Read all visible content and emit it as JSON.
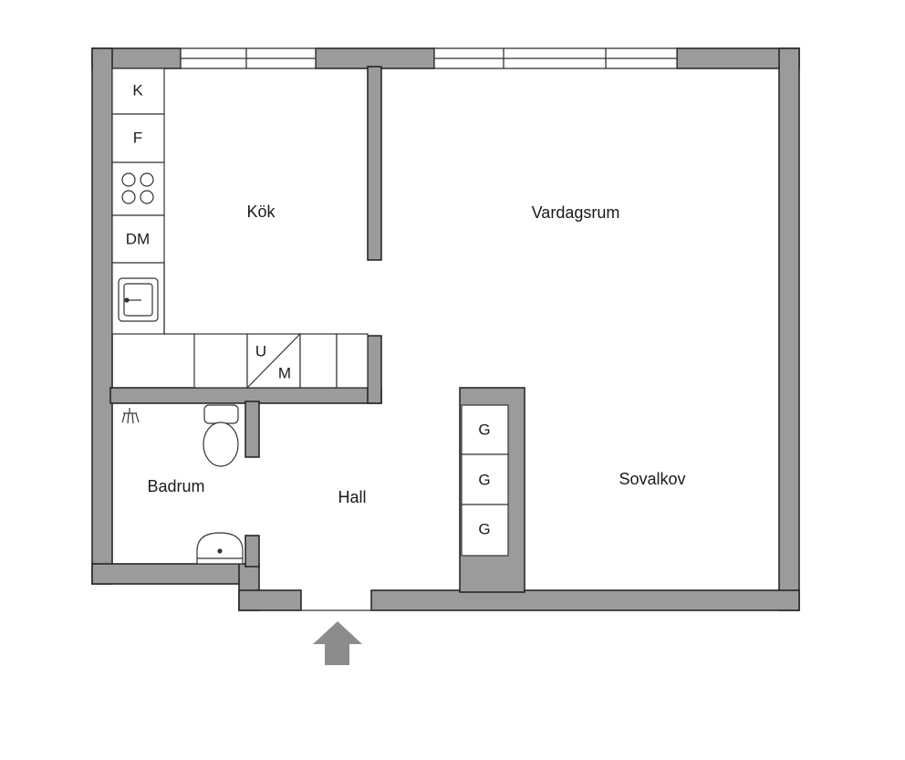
{
  "rooms": {
    "kitchen": "Kök",
    "living": "Vardagsrum",
    "bathroom": "Badrum",
    "hall": "Hall",
    "sleeping_alcove": "Sovalkov"
  },
  "appliances": {
    "fridge": "K",
    "freezer": "F",
    "dishwasher": "DM",
    "cabinet_top": "U",
    "cabinet_bottom": "M",
    "wardrobe_1": "G",
    "wardrobe_2": "G",
    "wardrobe_3": "G"
  },
  "colors": {
    "wall_fill": "#9b9b9b",
    "wall_stroke": "#1e1e1e",
    "line": "#333333",
    "entrance_arrow": "#8c8c8c"
  },
  "icons": {
    "stove": "four-burner-stove-icon",
    "kitchen_sink": "kitchen-sink-icon",
    "toilet": "toilet-icon",
    "shower": "shower-head-icon",
    "washbasin": "washbasin-icon",
    "entrance": "entrance-arrow-icon"
  }
}
